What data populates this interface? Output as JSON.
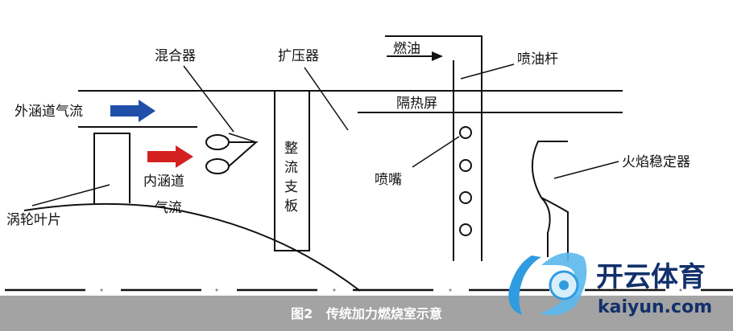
{
  "labels": {
    "mixer": "混合器",
    "diffuser": "扩压器",
    "fuel": "燃油",
    "fuel_rod": "喷油杆",
    "outer_flow": "外涵道气流",
    "heat_shield": "隔热屏",
    "inner_flow_1": "内涵道",
    "inner_flow_2": "气流",
    "strut": [
      "整",
      "流",
      "支",
      "板"
    ],
    "nozzle": "喷嘴",
    "flame_holder": "火焰稳定器",
    "turbine_blade": "涡轮叶片"
  },
  "caption": "图2   传统加力燃烧室示意",
  "watermark": {
    "brand": "开云体育",
    "url": "kaiyun.com"
  },
  "colors": {
    "outer_arrow": "#1f4fa8",
    "inner_arrow": "#d42020",
    "caption_bar": "#a3a3a3",
    "logo": "#2f9be0"
  }
}
